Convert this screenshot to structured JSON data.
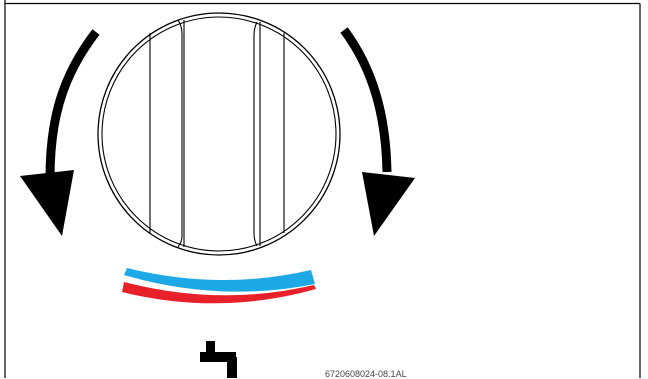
{
  "figure": {
    "reference_code": "6720608024-08.1AL"
  },
  "knob": {
    "rotation_arrows": [
      "counterclockwise",
      "clockwise"
    ]
  },
  "temperature_scale": {
    "cold_color": "#1ca9e6",
    "hot_color": "#e8202a"
  },
  "icons": {
    "tap": "water-tap-icon",
    "left_arrow": "rotate-left-arrow-icon",
    "right_arrow": "rotate-right-arrow-icon"
  },
  "colors": {
    "line": "#000000",
    "background": "#ffffff"
  }
}
